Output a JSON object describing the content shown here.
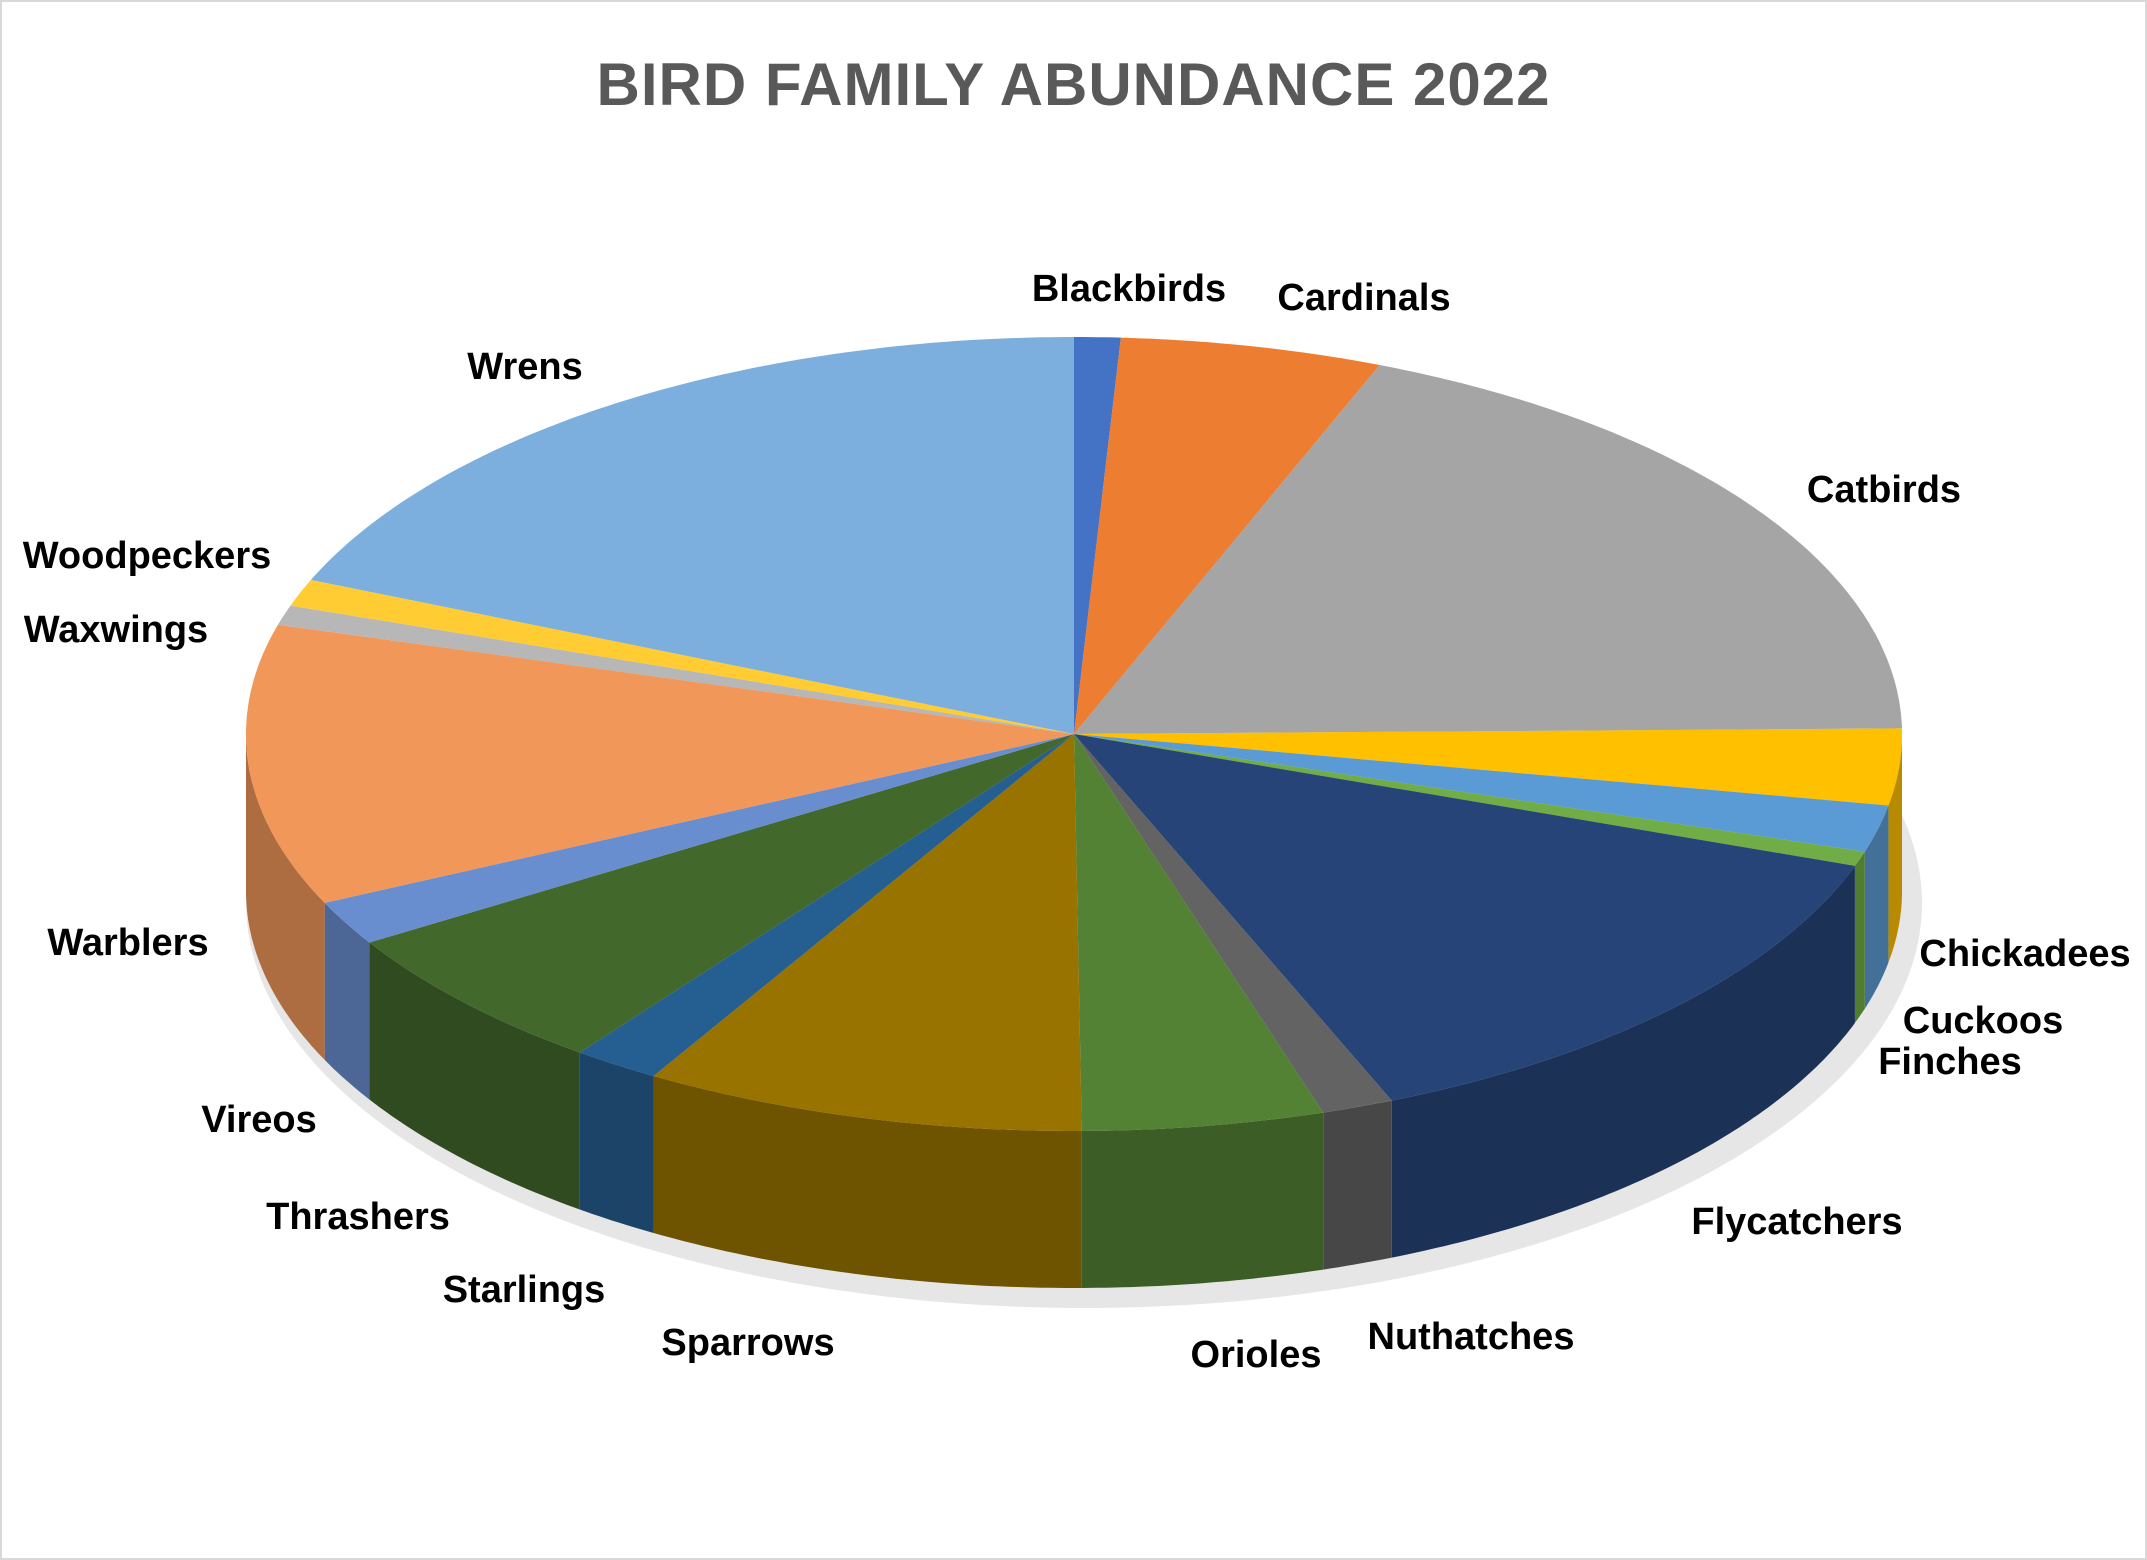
{
  "chart_data": {
    "type": "pie",
    "style": "3d",
    "title": "BIRD FAMILY ABUNDANCE 2022",
    "legend": "none",
    "unit": "percent",
    "categories": [
      "Blackbirds",
      "Cardinals",
      "Catbirds",
      "Chickadees",
      "Cuckoos",
      "Finches",
      "Flycatchers",
      "Nuthatches",
      "Orioles",
      "Sparrows",
      "Starlings",
      "Thrashers",
      "Vireos",
      "Warblers",
      "Waxwings",
      "Woodpeckers",
      "Wrens"
    ],
    "values": [
      0.9,
      5.1,
      18.7,
      3.1,
      1.9,
      0.6,
      13.3,
      1.4,
      4.7,
      8.6,
      1.7,
      6.0,
      1.8,
      11.4,
      0.8,
      1.1,
      18.6
    ],
    "colors": [
      "#4472C4",
      "#ED7D31",
      "#A5A5A5",
      "#FFC000",
      "#5B9BD5",
      "#70AD47",
      "#264478",
      "#636363",
      "#548235",
      "#997300",
      "#255E91",
      "#43682B",
      "#698ED0",
      "#F1975A",
      "#B7B7B7",
      "#FFCD33",
      "#7CAFDD"
    ]
  }
}
